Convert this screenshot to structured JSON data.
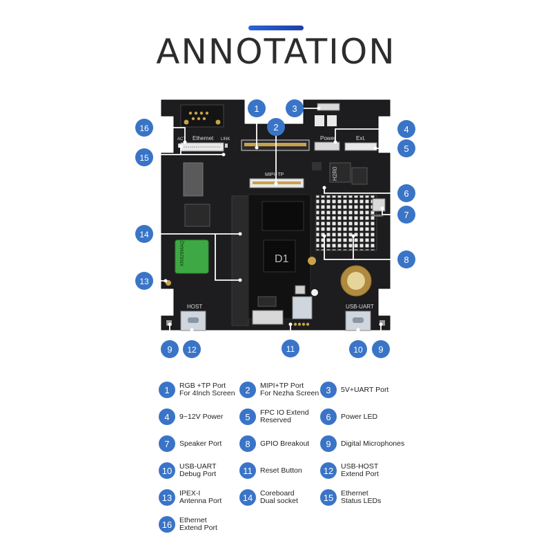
{
  "title": "ANNOTATION",
  "accent_color": "#2a63d8",
  "badge_color": "#3a74c7",
  "board_labels": {
    "ethernet": "Ethernet",
    "act": "ACT",
    "link": "LINK",
    "mipi": "MIPI+TP",
    "power": "Power",
    "ext": "Ext.",
    "h2r0": "H2R0",
    "speaker": "Speaker",
    "chip_d1": "D1",
    "wifi_chip": "XR829MAQ",
    "host": "HOST",
    "usb_uart": "USB-UART"
  },
  "callouts": [
    "1",
    "2",
    "3",
    "4",
    "5",
    "6",
    "7",
    "8",
    "9",
    "9",
    "10",
    "11",
    "12",
    "13",
    "14",
    "15",
    "16"
  ],
  "legend": [
    {
      "num": "1",
      "lines": [
        "RGB +TP Port",
        "For 4Inch Screen"
      ]
    },
    {
      "num": "2",
      "lines": [
        "MIPI+TP Port",
        "For Nezha Screen"
      ]
    },
    {
      "num": "3",
      "lines": [
        "5V+UART Port"
      ]
    },
    {
      "num": "4",
      "lines": [
        "9~12V Power"
      ]
    },
    {
      "num": "5",
      "lines": [
        "FPC IO Extend",
        "Reserved"
      ]
    },
    {
      "num": "6",
      "lines": [
        "Power LED"
      ]
    },
    {
      "num": "7",
      "lines": [
        "Speaker Port"
      ]
    },
    {
      "num": "8",
      "lines": [
        "GPIO Breakout"
      ]
    },
    {
      "num": "9",
      "lines": [
        "Digital Microphones"
      ]
    },
    {
      "num": "10",
      "lines": [
        "USB-UART",
        "Debug Port"
      ]
    },
    {
      "num": "11",
      "lines": [
        "Reset Button"
      ]
    },
    {
      "num": "12",
      "lines": [
        "USB-HOST",
        "Extend Port"
      ]
    },
    {
      "num": "13",
      "lines": [
        "IPEX-I",
        "Antenna Port"
      ]
    },
    {
      "num": "14",
      "lines": [
        "Coreboard",
        "Dual socket"
      ]
    },
    {
      "num": "15",
      "lines": [
        "Ethernet",
        "Status LEDs"
      ]
    },
    {
      "num": "16",
      "lines": [
        "Ethernet",
        "Extend Port"
      ]
    }
  ]
}
